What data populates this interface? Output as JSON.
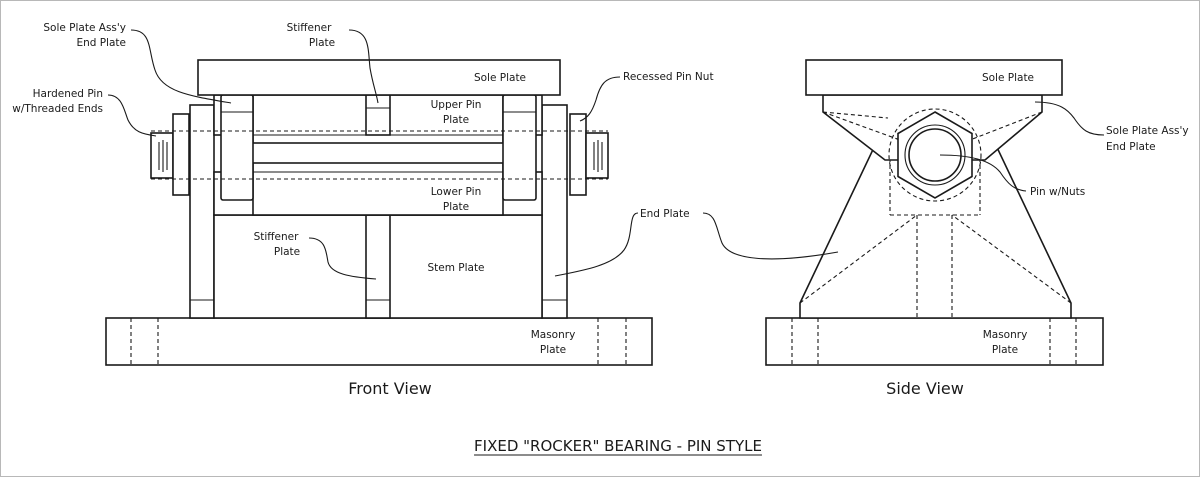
{
  "title": "FIXED \"ROCKER\" BEARING - PIN STYLE",
  "front_view": {
    "caption": "Front View",
    "labels": {
      "sole_plate_assy_end_plate": [
        "Sole Plate Ass'y",
        "End Plate"
      ],
      "stiffener_top": [
        "Stiffener",
        "Plate"
      ],
      "hardened_pin": [
        "Hardened Pin",
        "w/Threaded Ends"
      ],
      "sole_plate": "Sole Plate",
      "recessed_pin_nut": "Recessed Pin Nut",
      "upper_pin_plate": [
        "Upper Pin",
        "Plate"
      ],
      "lower_pin_plate": [
        "Lower Pin",
        "Plate"
      ],
      "stiffener_bottom": [
        "Stiffener",
        "Plate"
      ],
      "stem_plate": "Stem Plate",
      "end_plate": "End Plate",
      "masonry_plate": [
        "Masonry",
        "Plate"
      ]
    }
  },
  "side_view": {
    "caption": "Side View",
    "labels": {
      "sole_plate": "Sole Plate",
      "sole_plate_assy_end_plate": [
        "Sole Plate Ass'y",
        "End Plate"
      ],
      "pin_with_nuts": "Pin w/Nuts",
      "masonry_plate": [
        "Masonry",
        "Plate"
      ]
    }
  }
}
